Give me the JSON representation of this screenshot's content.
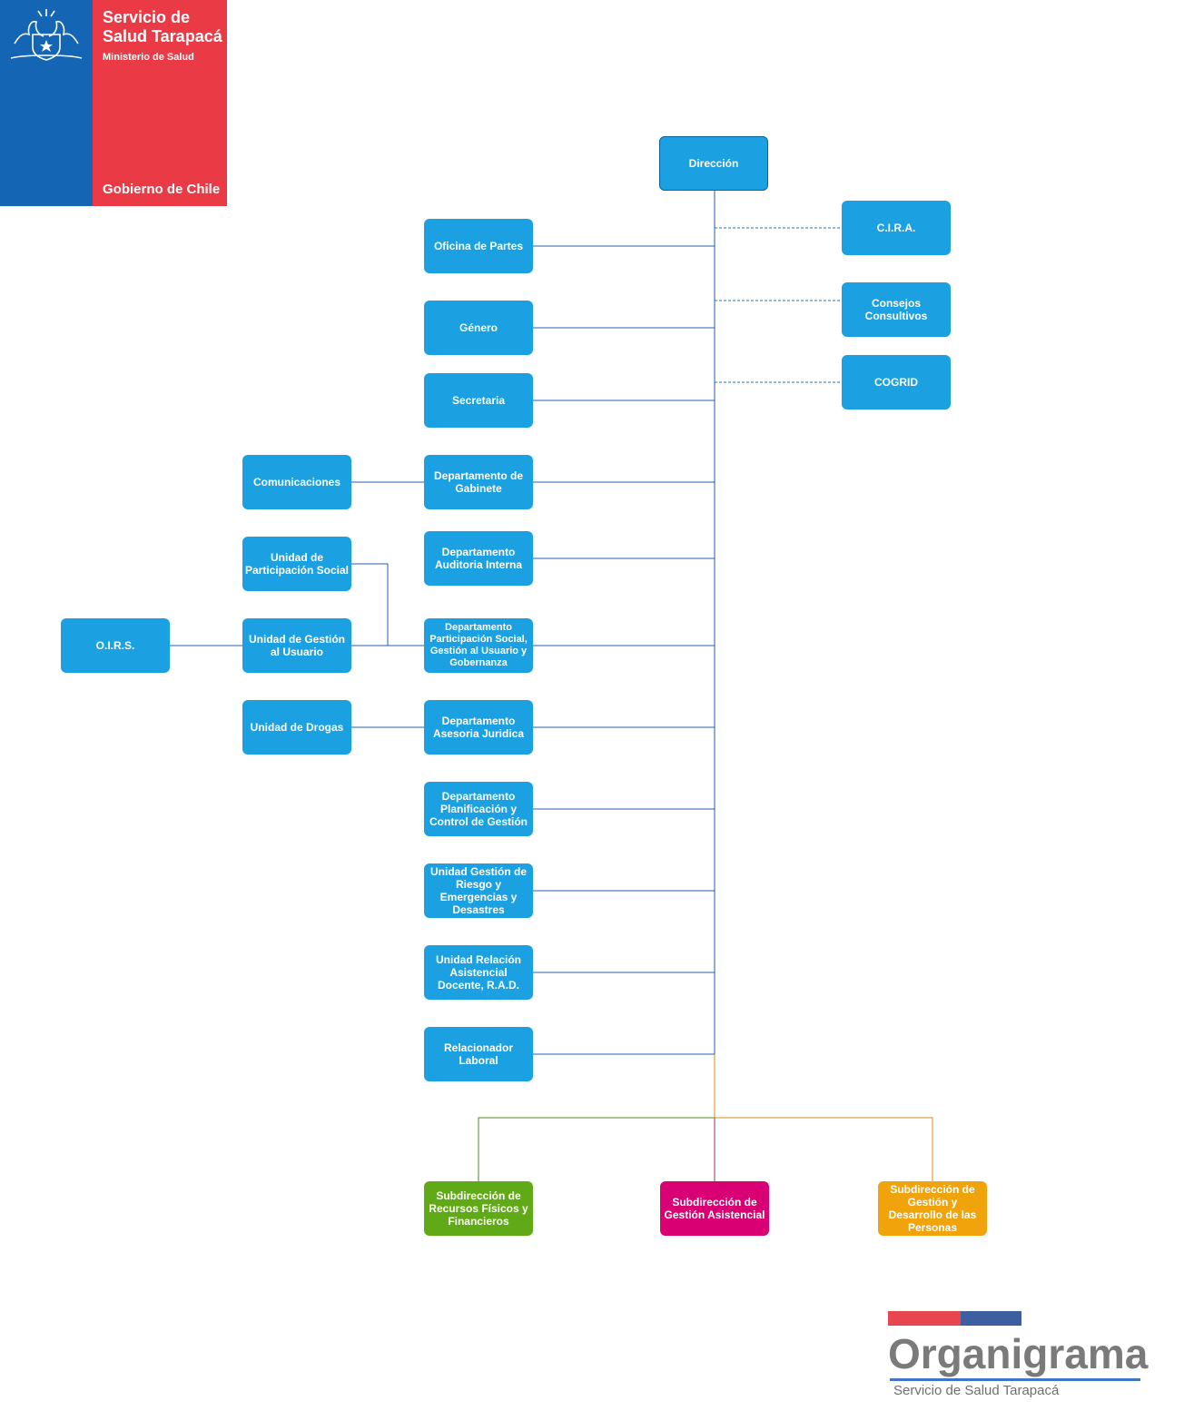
{
  "logo": {
    "org_line1": "Servicio de",
    "org_line2": "Salud Tarapacá",
    "ministry": "Ministerio de Salud",
    "government": "Gobierno de Chile",
    "colors": {
      "blue": "#1565b5",
      "red": "#ea3a45"
    }
  },
  "nodes": {
    "direccion": "Dirección",
    "cira": "C.I.R.A.",
    "consejos": "Consejos Consultivos",
    "cogrid": "COGRID",
    "oficina_partes": "Oficina de Partes",
    "genero": "Género",
    "secretaria": "Secretaria",
    "comunicaciones": "Comunicaciones",
    "gabinete": "Departamento de Gabinete",
    "auditoria": "Departamento Auditoria Interna",
    "unidad_participacion": "Unidad de Participación Social",
    "oirs": "O.I.R.S.",
    "unidad_gestion_usuario": "Unidad de Gestión al Usuario",
    "depto_participacion": "Departamento Participación Social, Gestión al Usuario y Gobernanza",
    "unidad_drogas": "Unidad de Drogas",
    "juridica": "Departamento Asesoria Juridica",
    "planificacion": "Departamento Planificación y Control de Gestión",
    "riesgo": "Unidad Gestión de Riesgo y Emergencias y Desastres",
    "rad": "Unidad Relación Asistencial Docente, R.A.D.",
    "relacionador": "Relacionador Laboral",
    "sub_recursos": "Subdirección de Recursos Físicos y Financieros",
    "sub_asistencial": "Subdirección de Gestión Asistencial",
    "sub_personas": "Subdirección de Gestión y Desarrollo de las Personas"
  },
  "colors": {
    "unit_box": "#1ba1e2",
    "direccion_border": "#0b5f9c",
    "line_solid": "#1f5fa8",
    "line_dashed": "#2a6fb5",
    "sub_recursos": "#60a917",
    "sub_asistencial": "#d80073",
    "sub_personas": "#f0a30a",
    "line_recursos": "#4d8a1f",
    "line_asistencial": "#a0306a",
    "line_personas": "#d98a1a",
    "line_orange": "#d98a1a"
  },
  "brand": {
    "title": "Organigrama",
    "subtitle": "Servicio de Salud Tarapacá",
    "bar_red": "#e8464f",
    "bar_blue": "#3d5fa0"
  }
}
